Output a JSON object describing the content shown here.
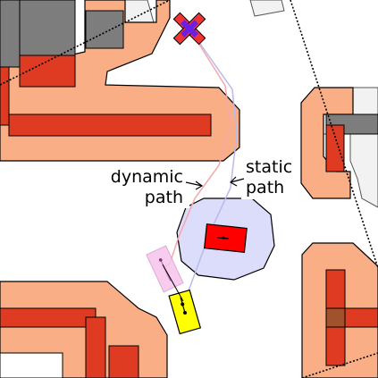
{
  "labels": {
    "dynamic_path_line1": "dynamic",
    "dynamic_path_line2": "path",
    "static_path_line1": "static",
    "static_path_line2": "path"
  },
  "colors": {
    "background": "#ffffff",
    "inflation": "#f9ae86",
    "obstacle": "#de3b22",
    "building": "#7d7d7d",
    "overlap": "#a0522d",
    "light_gray": "#f2f2f2",
    "moving_obstacle": "#ff0000",
    "obstacle_zone": "#dcdcfb",
    "robot": "#ffff00",
    "predicted_pose": "#f6c4ec",
    "goal": "#6a1ee8",
    "goal_cross": "#ee3434",
    "dynamic_path": "#f5a8a8",
    "static_path": "#b9b9ee",
    "outline": "#000000"
  },
  "icons": {
    "goal": "goal-x-icon",
    "robot": "robot-icon",
    "obstacle": "moving-obstacle-icon"
  }
}
